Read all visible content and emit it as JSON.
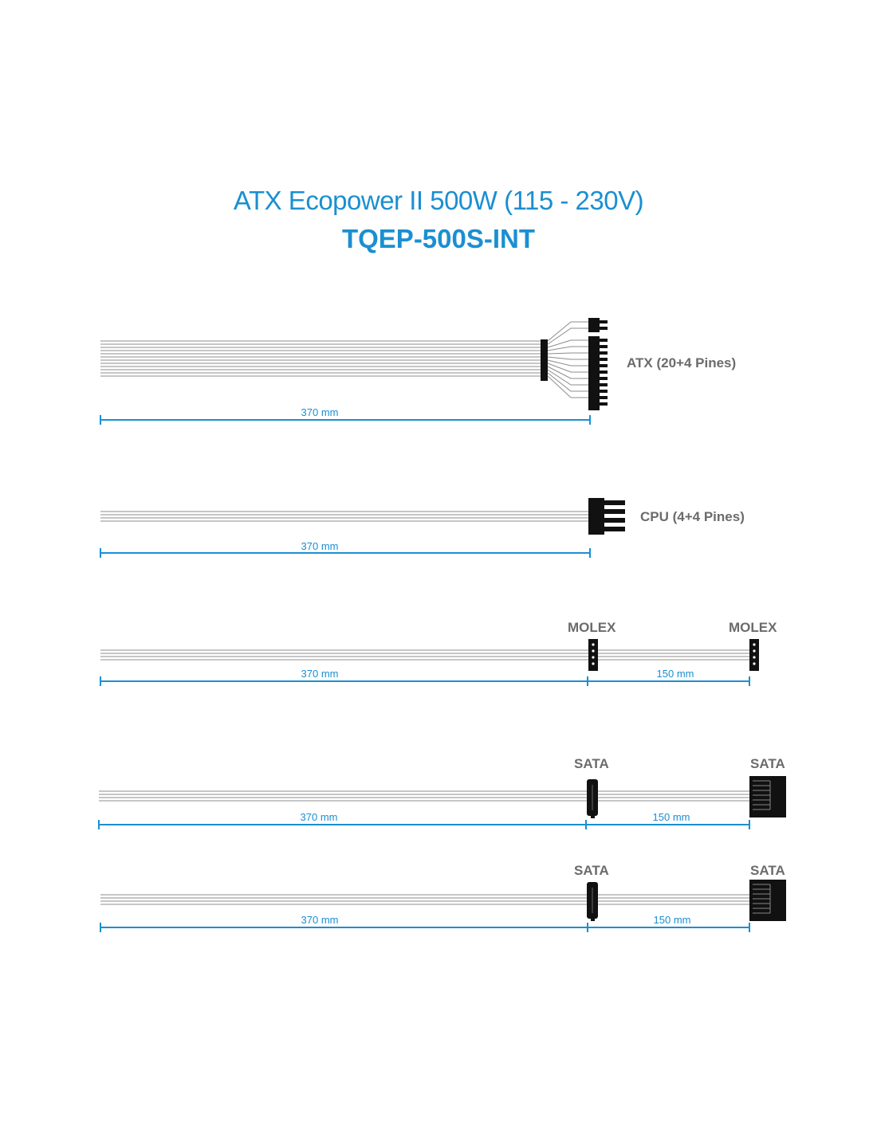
{
  "header": {
    "title": "ATX Ecopower II 500W (115 - 230V)",
    "model": "TQEP-500S-INT"
  },
  "colors": {
    "accent": "#1b8fd1",
    "wire": "#8c8c8c",
    "connector": "#111111",
    "label": "#6b6b6b"
  },
  "cables": [
    {
      "id": "atx",
      "connectors": [
        {
          "label": "ATX (20+4 Pines)"
        }
      ],
      "segments": [
        {
          "label": "370 mm"
        }
      ]
    },
    {
      "id": "cpu",
      "connectors": [
        {
          "label": "CPU (4+4 Pines)"
        }
      ],
      "segments": [
        {
          "label": "370 mm"
        }
      ]
    },
    {
      "id": "molex",
      "connectors": [
        {
          "label": "MOLEX"
        },
        {
          "label": "MOLEX"
        }
      ],
      "segments": [
        {
          "label": "370 mm"
        },
        {
          "label": "150 mm"
        }
      ]
    },
    {
      "id": "sata1",
      "connectors": [
        {
          "label": "SATA"
        },
        {
          "label": "SATA"
        }
      ],
      "segments": [
        {
          "label": "370 mm"
        },
        {
          "label": "150 mm"
        }
      ]
    },
    {
      "id": "sata2",
      "connectors": [
        {
          "label": "SATA"
        },
        {
          "label": "SATA"
        }
      ],
      "segments": [
        {
          "label": "370 mm"
        },
        {
          "label": "150 mm"
        }
      ]
    }
  ]
}
